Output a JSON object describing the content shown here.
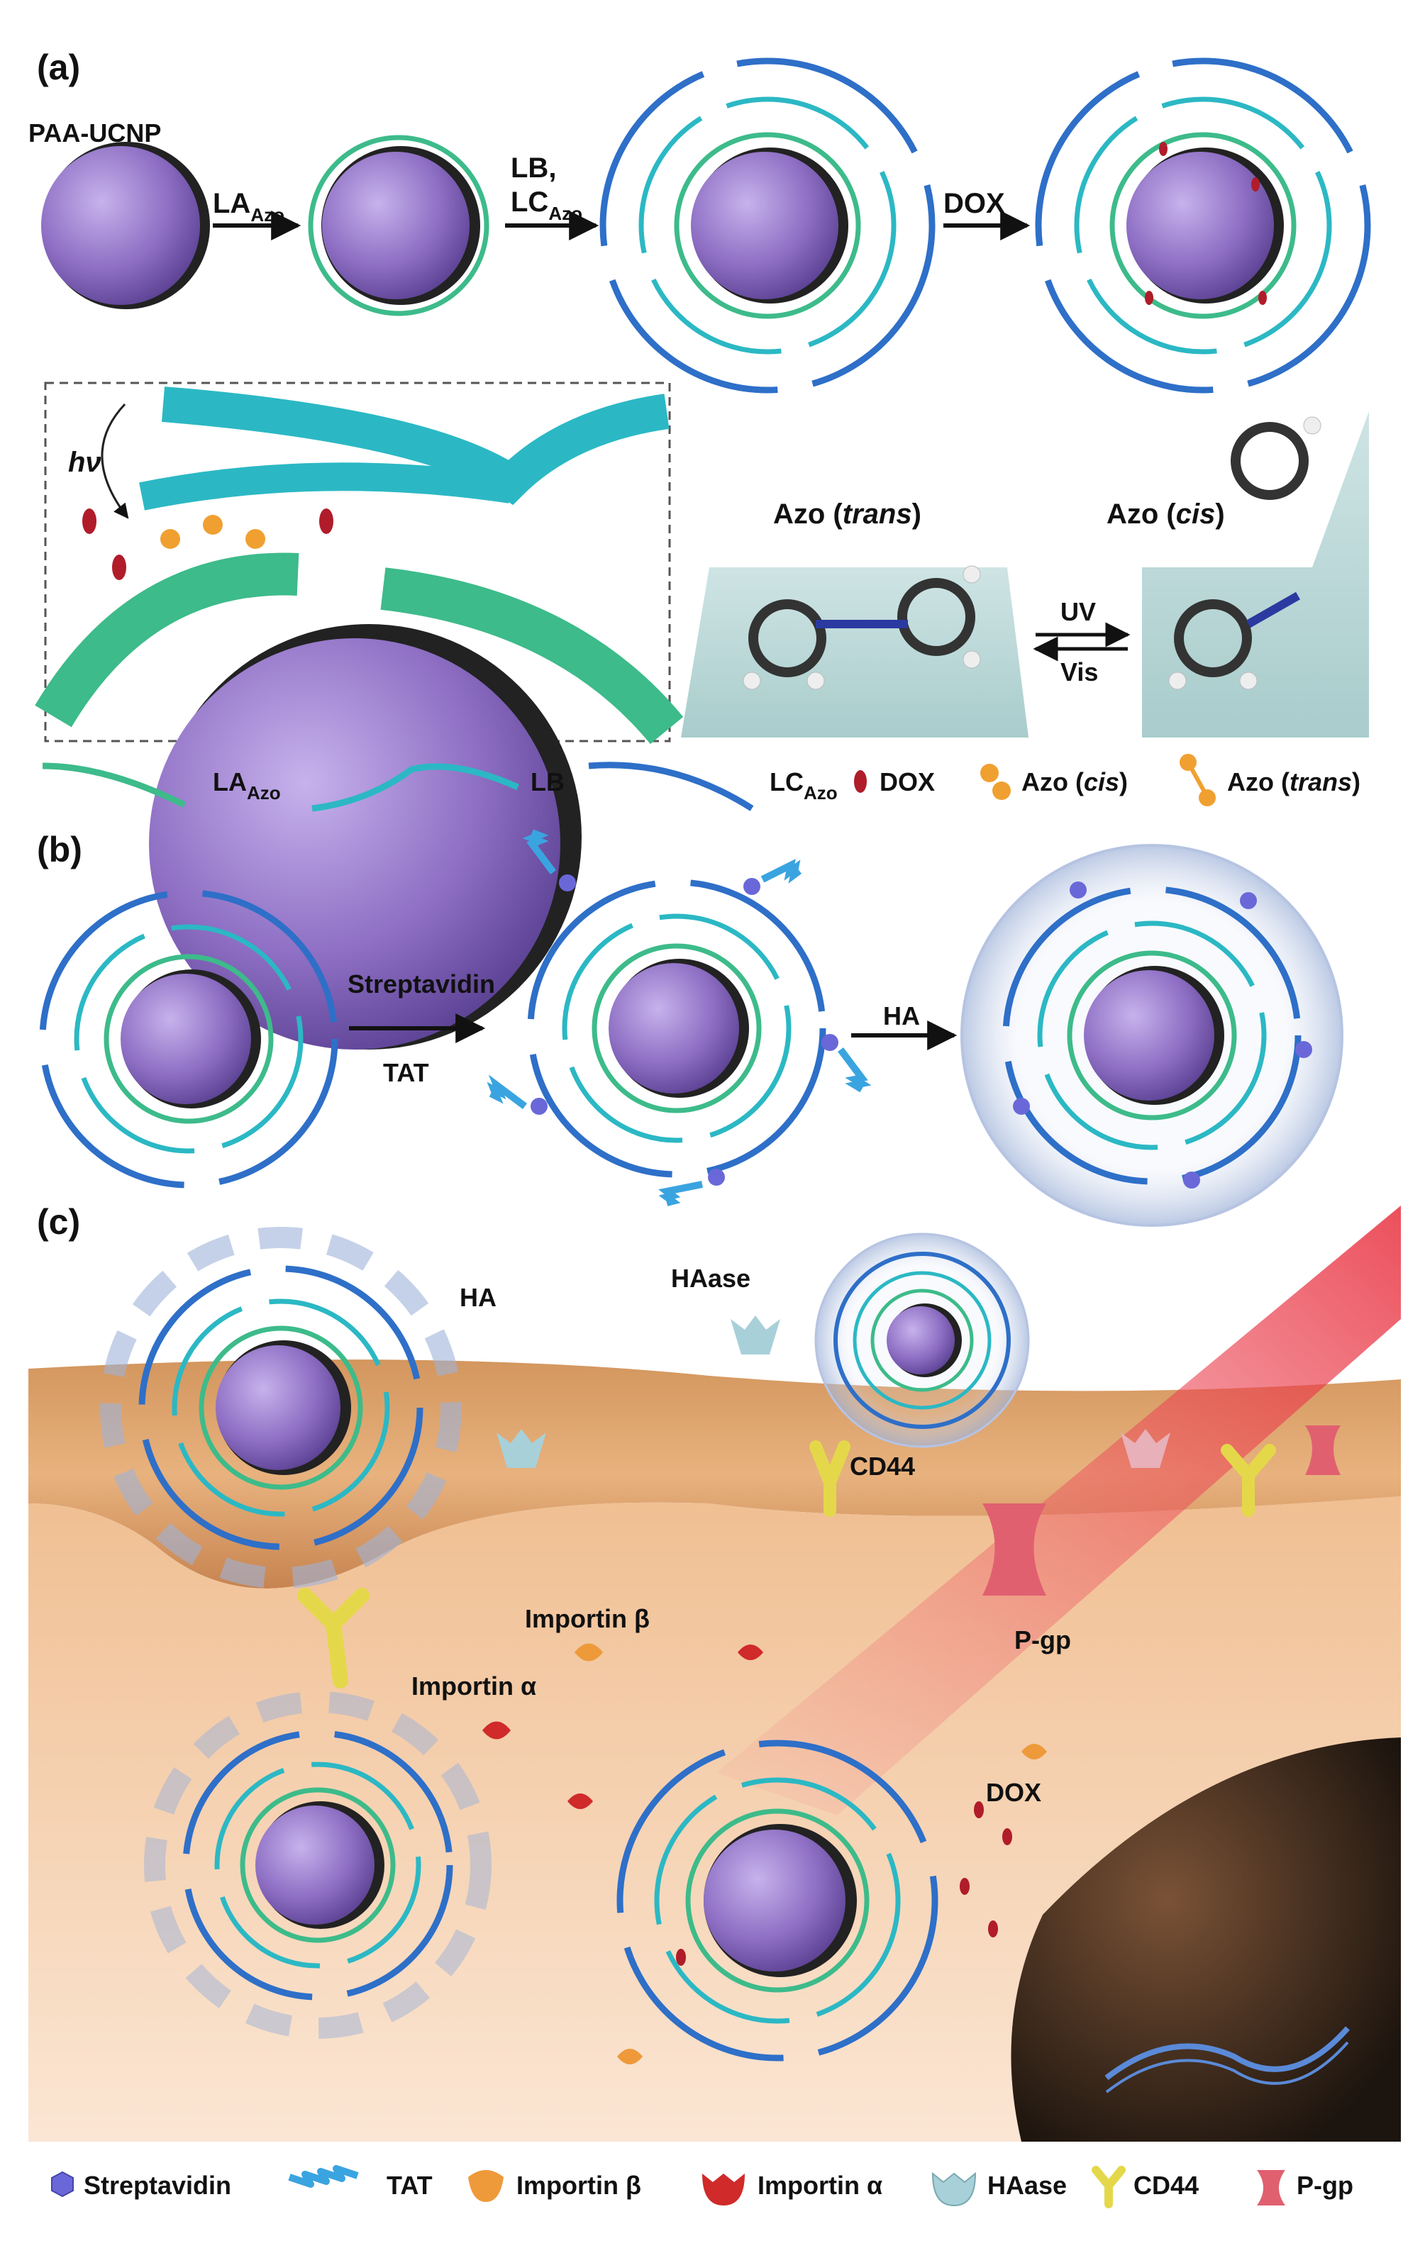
{
  "panels": {
    "a": "(a)",
    "b": "(b)",
    "c": "(c)"
  },
  "panel_a": {
    "core_label": "PAA-UCNP",
    "step1": {
      "main": "LA",
      "sub": "Azo"
    },
    "step2_line1": "LB,",
    "step2_line2": {
      "main": "LC",
      "sub": "Azo"
    },
    "step3": "DOX",
    "light_label": "hν",
    "azo_trans_title": {
      "prefix": "Azo (",
      "italic": "trans",
      "suffix": ")"
    },
    "azo_cis_title": {
      "prefix": "Azo (",
      "italic": "cis",
      "suffix": ")"
    },
    "switch_forward": "UV",
    "switch_back": "Vis"
  },
  "legend_a": {
    "la": {
      "main": "LA",
      "sub": "Azo"
    },
    "lb": "LB",
    "lc": {
      "main": "LC",
      "sub": "Azo"
    },
    "dox": "DOX",
    "azo_cis": {
      "prefix": "Azo (",
      "italic": "cis",
      "suffix": ")"
    },
    "azo_trans": {
      "prefix": "Azo (",
      "italic": "trans",
      "suffix": ")"
    }
  },
  "panel_b": {
    "step1_top": "Streptavidin",
    "step1_bottom": "TAT",
    "step2": "HA"
  },
  "panel_c": {
    "ha": "HA",
    "haase": "HAase",
    "cd44": "CD44",
    "importin_beta": "Importin β",
    "importin_alpha": "Importin α",
    "pgp": "P-gp",
    "dox": "DOX"
  },
  "legend_c": [
    "Streptavidin",
    "TAT",
    "Importin β",
    "Importin α",
    "HAase",
    "CD44",
    "P-gp"
  ],
  "colors": {
    "core": "#8e6fc4",
    "inner_strand": "#3dbb8a",
    "middle_strand": "#2bb8c4",
    "outer_strand": "#2e6fc8",
    "dox": "#b01c2a",
    "azo": "#f0a030",
    "membrane": "#e3a874",
    "cytoplasm": "#f6d3b4",
    "nucleus": "#2a1f16",
    "laser": "#e84050",
    "cd44": "#e4d84a",
    "pgp": "#e06070",
    "haase": "#a8d0d8",
    "importin_beta": "#ee9a3a",
    "importin_alpha": "#d02a2a",
    "streptavidin": "#6a68d8",
    "tat": "#3aa4e0"
  },
  "icons": [
    "streptavidin-icon",
    "tat-icon",
    "importin-beta-icon",
    "importin-alpha-icon",
    "haase-icon",
    "cd44-icon",
    "pgp-icon"
  ]
}
